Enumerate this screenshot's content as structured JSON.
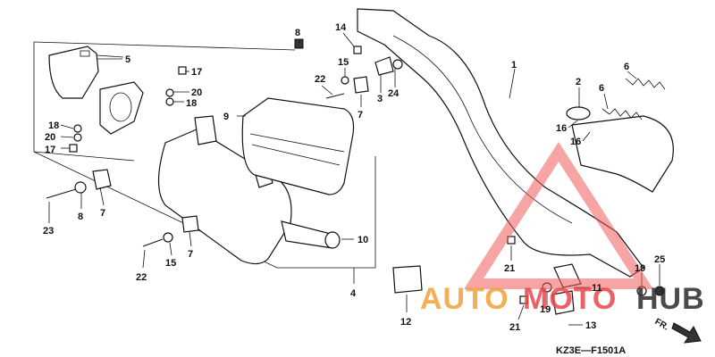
{
  "diagram": {
    "code": "KZ3E—F1501A",
    "direction_label": "FR.",
    "callouts": {
      "c5": "5",
      "c17a": "17",
      "c20a": "20",
      "c18a": "18",
      "c18b": "18",
      "c20b": "20",
      "c17b": "17",
      "c8a": "8",
      "c9": "9",
      "c14": "14",
      "c15a": "15",
      "c22a": "22",
      "c7a": "7",
      "c3": "3",
      "c24": "24",
      "c1": "1",
      "c2": "2",
      "c6a": "6",
      "c6b": "6",
      "c16a": "16",
      "c16b": "16",
      "c23": "23",
      "c8b": "8",
      "c7b": "7",
      "c15b": "15",
      "c7c": "7",
      "c22b": "22",
      "c10": "10",
      "c4": "4",
      "c12": "12",
      "c21a": "21",
      "c21b": "21",
      "c19a": "19",
      "c19b": "19",
      "c25": "25",
      "c11": "11",
      "c13": "13"
    }
  },
  "watermark": {
    "left": "AUTO",
    "middle": "MOTO",
    "right": "HUB",
    "colors": {
      "orange": "#f2a23a",
      "red": "#e8464a",
      "dark": "#2b2b2b"
    }
  }
}
